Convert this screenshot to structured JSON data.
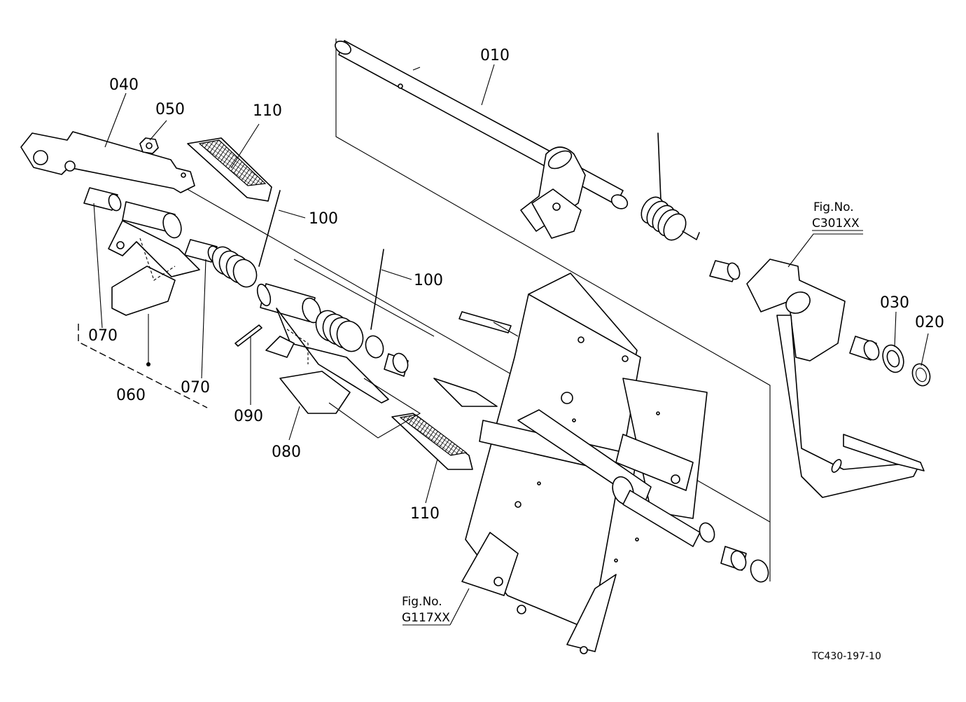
{
  "labels": {
    "p010": "010",
    "p020": "020",
    "p030": "030",
    "p040": "040",
    "p050": "050",
    "p060": "060",
    "p070a": "070",
    "p070b": "070",
    "p080": "080",
    "p090": "090",
    "p100a": "100",
    "p100b": "100",
    "p110a": "110",
    "p110b": "110"
  },
  "references": {
    "upper": {
      "title": "Fig.No.",
      "code": "C301XX"
    },
    "lower": {
      "title": "Fig.No.",
      "code": "G117XX"
    }
  },
  "drawing_code": "TC430-197-10"
}
